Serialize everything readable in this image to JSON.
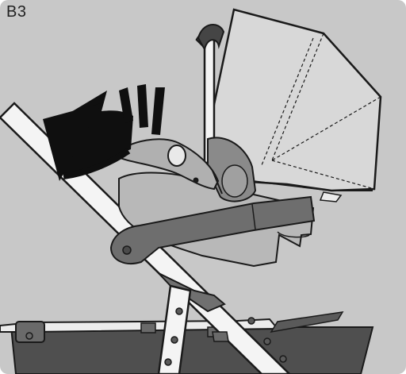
{
  "step": {
    "label": "B3"
  },
  "colors": {
    "background": "#c8c8c8",
    "canopy": "#d6d6d6",
    "shell": "#b5b5b5",
    "frame_white": "#f4f4f4",
    "dark_grey": "#6e6e6e",
    "basket": "#4a4a4a",
    "arrow": "#0f0f0f"
  },
  "icons": {
    "press_arrow": "curved-arrow-down-left",
    "motion_marks": "impact-lines"
  }
}
